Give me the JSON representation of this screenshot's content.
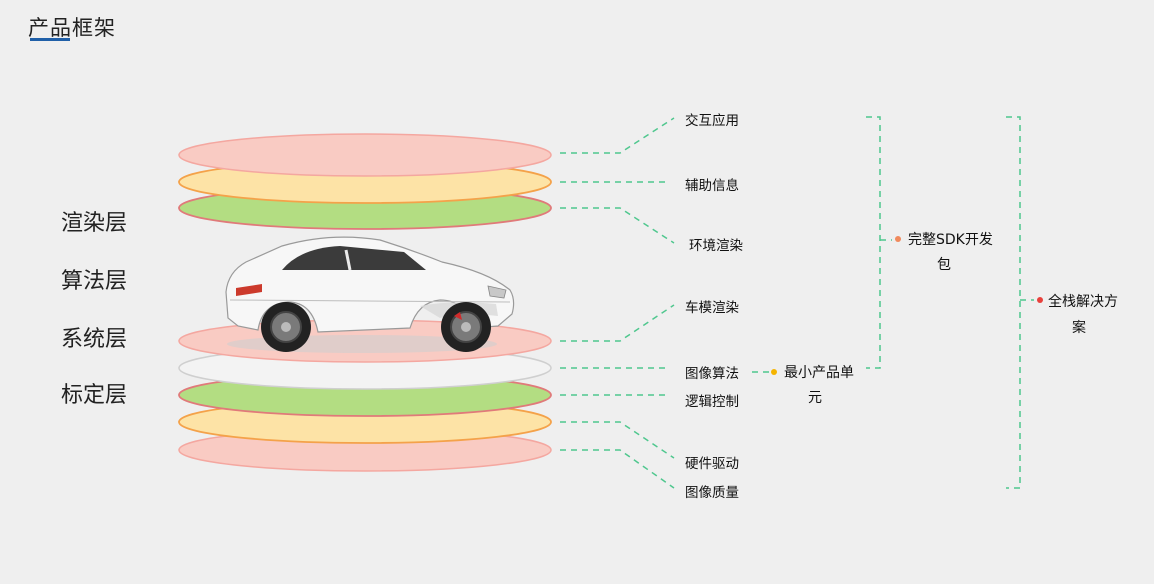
{
  "title": "产品框架",
  "layers": [
    "渲染层",
    "算法层",
    "系统层",
    "标定层"
  ],
  "features": [
    "交互应用",
    "辅助信息",
    "环境渲染",
    "车模渲染",
    "图像算法",
    "逻辑控制",
    "硬件驱动",
    "图像质量"
  ],
  "groups": {
    "min_unit": [
      "最小产品单",
      "元"
    ],
    "sdk": [
      "完整SDK开发",
      "包"
    ],
    "full_stack": [
      "全栈解决方",
      "案"
    ]
  },
  "colors": {
    "pink": "#f9cbc3",
    "pink_edge": "#f4a7a0",
    "orange": "#fde3a6",
    "orange_edge": "#f4a24a",
    "green": "#b3dd82",
    "green_edge": "#e07a7a",
    "white": "#f3f3f3",
    "dash": "#4fc78e",
    "dot_min": "#f4b400",
    "dot_sdk": "#f08a5d",
    "dot_full": "#e8413c"
  }
}
